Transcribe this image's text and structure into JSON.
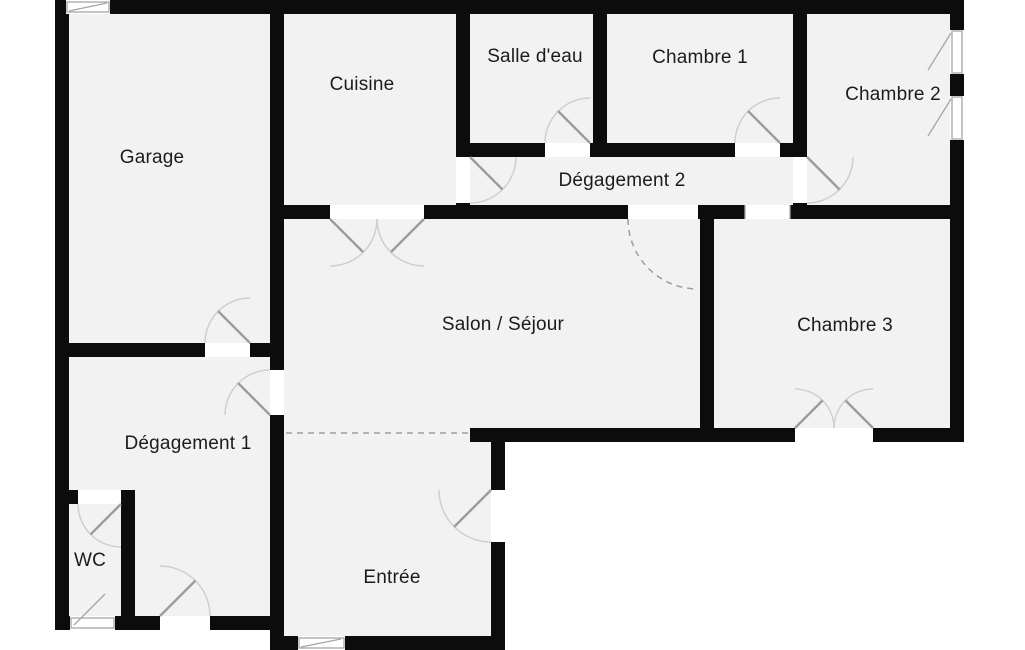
{
  "rooms": [
    {
      "name": "garage",
      "label": "Garage"
    },
    {
      "name": "cuisine",
      "label": "Cuisine"
    },
    {
      "name": "salle-deau",
      "label": "Salle d'eau"
    },
    {
      "name": "chambre-1",
      "label": "Chambre 1"
    },
    {
      "name": "chambre-2",
      "label": "Chambre 2"
    },
    {
      "name": "degagement-2",
      "label": "Dégagement 2"
    },
    {
      "name": "salon-sejour",
      "label": "Salon / Séjour"
    },
    {
      "name": "chambre-3",
      "label": "Chambre 3"
    },
    {
      "name": "degagement-1",
      "label": "Dégagement 1"
    },
    {
      "name": "wc",
      "label": "WC"
    },
    {
      "name": "entree",
      "label": "Entrée"
    }
  ],
  "colors": {
    "wall": "#0c0c0c",
    "room_fill": "#f2f2f2",
    "door_arc": "#cfcfcf",
    "door_leaf": "#9d9d9d",
    "window_line": "#a6a6a6",
    "label_text": "#1c1c1c"
  }
}
